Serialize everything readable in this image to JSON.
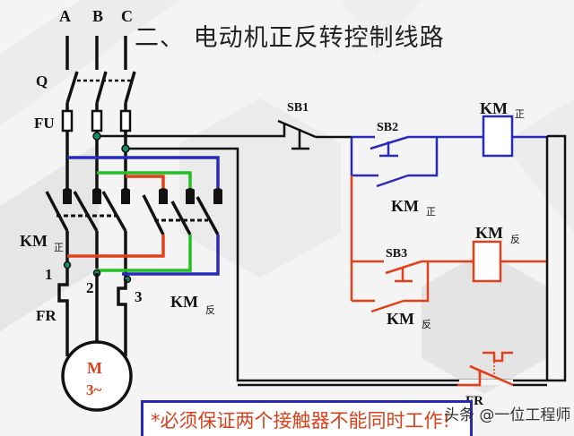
{
  "title": "二、 电动机正反转控制线路",
  "colors": {
    "forward": "#2a2ab8",
    "reverse": "#e0401a",
    "interlock_green": "#22c022",
    "wire": "#111111",
    "node": "#1a8a6a",
    "motor_text": "#e0401a"
  },
  "phases": [
    "A",
    "B",
    "C"
  ],
  "labels": {
    "switch_q": "Q",
    "fuse_fu": "FU",
    "km_main": "KM",
    "sub_forward": "正",
    "sub_reverse": "反",
    "terminal_1": "1",
    "terminal_2": "2",
    "terminal_3": "3",
    "relay_fr": "FR",
    "motor_m": "M",
    "motor_phase": "3~",
    "sb1": "SB1",
    "sb2": "SB2",
    "sb3": "SB3",
    "fr_control": "FR"
  },
  "note": "*必须保证两个接触器不能同时工作!",
  "watermark": "头条 @一位工程师"
}
